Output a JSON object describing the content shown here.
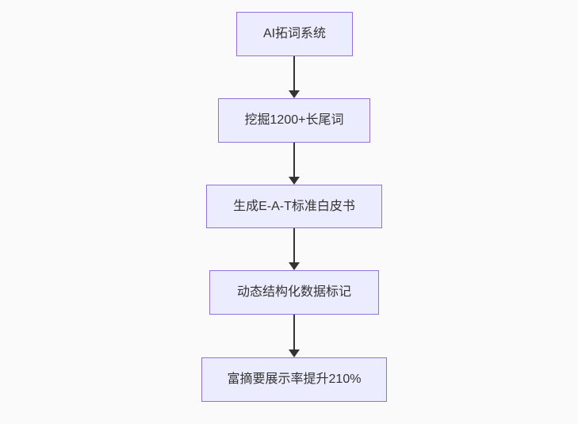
{
  "diagram": {
    "type": "flowchart",
    "direction": "top-down",
    "colors": {
      "background": "#fafafa",
      "node_fill": "#ECECFF",
      "node_border": "#9370DB",
      "arrow": "#333333",
      "text": "#333333"
    },
    "nodes": [
      {
        "label": "AI拓词系统"
      },
      {
        "label": "挖掘1200+长尾词"
      },
      {
        "label": "生成E-A-T标准白皮书"
      },
      {
        "label": "动态结构化数据标记"
      },
      {
        "label": "富摘要展示率提升210%"
      }
    ],
    "edges": [
      {
        "from": "AI拓词系统",
        "to": "挖掘1200+长尾词"
      },
      {
        "from": "挖掘1200+长尾词",
        "to": "生成E-A-T标准白皮书"
      },
      {
        "from": "生成E-A-T标准白皮书",
        "to": "动态结构化数据标记"
      },
      {
        "from": "动态结构化数据标记",
        "to": "富摘要展示率提升210%"
      }
    ]
  }
}
